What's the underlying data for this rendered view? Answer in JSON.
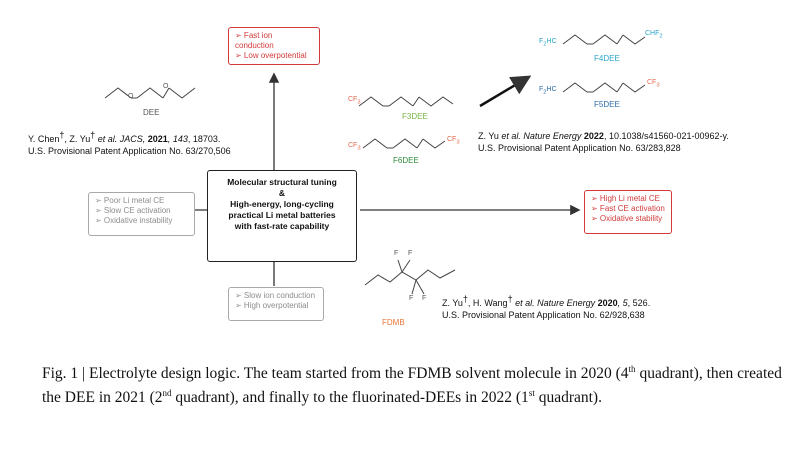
{
  "center_box": {
    "line1": "Molecular structural tuning",
    "line2": "&",
    "line3": "High-energy, long-cycling",
    "line4": "practical Li metal batteries",
    "line5": "with fast-rate capability"
  },
  "top_box": {
    "items": [
      "➢ Fast ion conduction",
      "➢ Low overpotential"
    ]
  },
  "right_box": {
    "items": [
      "➢ High Li metal CE",
      "➢ Fast CE activation",
      "➢ Oxidative stability"
    ]
  },
  "left_box": {
    "items": [
      "➢ Poor Li metal CE",
      "➢ Slow CE activation",
      "➢ Oxidative instability"
    ]
  },
  "bottom_box": {
    "items": [
      "➢ Slow ion conduction",
      "➢ High overpotential"
    ]
  },
  "molecules": {
    "dee": "DEE",
    "f3dee": "F3DEE",
    "f6dee": "F6DEE",
    "f4dee": "F4DEE",
    "f5dee": "F5DEE",
    "fdmb": "FDMB",
    "cf3": "CF",
    "f3hc": "F",
    "chf2": "CHF",
    "f": "F",
    "o": "O"
  },
  "refs": {
    "q2": {
      "authors_a": "Y. Chen",
      "dag_a": "†",
      "authors_b": ", Z. Yu",
      "dag_b": "†",
      "etal": " et al. JACS,",
      "year": " 2021",
      "vol": ", 143",
      "pages": ", 18703.",
      "patent": "U.S. Provisional Patent Application No. 63/270,506"
    },
    "q1": {
      "authors": "Z. Yu",
      "etal": " et al. Nature Energy",
      "year": " 2022",
      "rest": ", 10.1038/s41560-021-00962-y.",
      "patent": "U.S. Provisional Patent Application No. 63/283,828"
    },
    "q4": {
      "authors_a": "Z. Yu",
      "dag_a": "†",
      "authors_b": ", H. Wang",
      "dag_b": "†",
      "etal": " et al. Nature Energy",
      "year": " 2020",
      "vol": ", 5",
      "pages": ", 526.",
      "patent": "U.S. Provisional Patent Application No. 62/928,638"
    }
  },
  "caption": {
    "p1": "Fig. 1 | Electrolyte design logic. The team started from the FDMB solvent molecule in 2020 (4",
    "s1": "th",
    "p2": "quadrant), then created the DEE in 2021 (2",
    "s2": "nd",
    "p3": " quadrant), and finally to the fluorinated-DEEs in 2022 (1",
    "s3": "st",
    "p4": " quadrant)."
  },
  "colors": {
    "red": "#d23a3a",
    "gray": "#8d8d8d",
    "f3_green": "#7ab648",
    "f6_green": "#2e8b3d",
    "f4_cyan": "#2aa6c9",
    "f5_blue": "#2e6ea6",
    "fdmb_orange": "#e8773a",
    "fluorine_red": "#e06a4c",
    "oxygen_gray": "#555555"
  }
}
